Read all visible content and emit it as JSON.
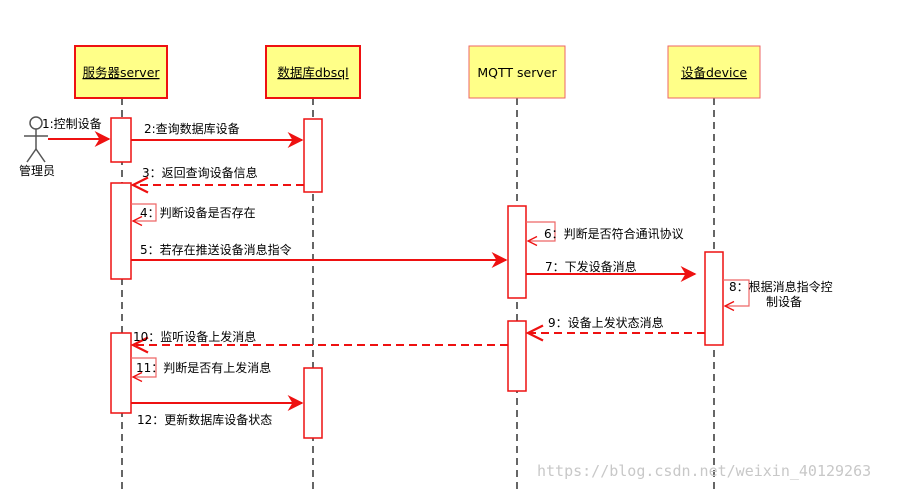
{
  "colors": {
    "participant_fill": "#ffff88",
    "accent_red": "#ee1111",
    "lifeline": "#333333",
    "watermark": "#c8c8c8"
  },
  "actor": {
    "label": "管理员",
    "icon": "stick-figure-icon"
  },
  "participants": [
    {
      "id": "server",
      "label": "服务器server",
      "underlined": true
    },
    {
      "id": "db",
      "label": "数据库dbsql",
      "underlined": true
    },
    {
      "id": "mqtt",
      "label": "MQTT server",
      "underlined": false
    },
    {
      "id": "device",
      "label": "设备device",
      "underlined": true
    }
  ],
  "messages": [
    {
      "n": 1,
      "label": "1:控制设备",
      "from": "actor",
      "to": "server",
      "style": "solid"
    },
    {
      "n": 2,
      "label": "2:查询数据库设备",
      "from": "server",
      "to": "db",
      "style": "solid"
    },
    {
      "n": 3,
      "label": "3：返回查询设备信息",
      "from": "db",
      "to": "server",
      "style": "dashed"
    },
    {
      "n": 4,
      "label": "4：判断设备是否存在",
      "from": "server",
      "to": "server",
      "style": "self"
    },
    {
      "n": 5,
      "label": "5：若存在推送设备消息指令",
      "from": "server",
      "to": "mqtt",
      "style": "solid"
    },
    {
      "n": 6,
      "label": "6：判断是否符合通讯协议",
      "from": "mqtt",
      "to": "mqtt",
      "style": "self"
    },
    {
      "n": 7,
      "label": "7：下发设备消息",
      "from": "mqtt",
      "to": "device",
      "style": "solid"
    },
    {
      "n": 8,
      "label": "8：根据消息指令控\n制设备",
      "from": "device",
      "to": "device",
      "style": "self"
    },
    {
      "n": 9,
      "label": "9：设备上发状态消息",
      "from": "device",
      "to": "mqtt",
      "style": "dashed"
    },
    {
      "n": 10,
      "label": "10：监听设备上发消息",
      "from": "mqtt",
      "to": "server",
      "style": "dashed"
    },
    {
      "n": 11,
      "label": "11：判断是否有上发消息",
      "from": "server",
      "to": "server",
      "style": "self"
    },
    {
      "n": 12,
      "label": "12：更新数据库设备状态",
      "from": "server",
      "to": "db",
      "style": "solid"
    }
  ],
  "watermark": "https://blog.csdn.net/weixin_40129263"
}
